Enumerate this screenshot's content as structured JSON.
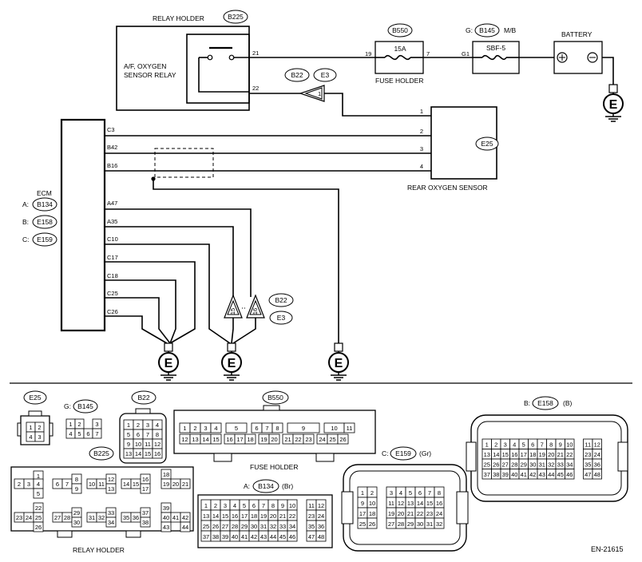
{
  "footer_code": "EN-21615",
  "relay": {
    "header": "RELAY HOLDER",
    "ref": "B225",
    "name_line1": "A/F, OXYGEN",
    "name_line2": "SENSOR RELAY",
    "pin_a": "21",
    "pin_b": "22"
  },
  "fuse": {
    "ref": "B550",
    "rating": "15A",
    "label": "FUSE HOLDER",
    "pin_in": "19",
    "pin_out": "7"
  },
  "sbf": {
    "prefix": "G:",
    "ref": "B145",
    "suffix": "M/B",
    "name": "SBF-5",
    "pin": "G1"
  },
  "battery": {
    "label": "BATTERY",
    "pos": "+",
    "neg": "−"
  },
  "ground_symbol": "E",
  "connector_pair": {
    "a": "B22",
    "b": "E3",
    "pin_top": "1",
    "pin_g1": "15",
    "pin_g2": "16"
  },
  "ecm": {
    "label": "ECM",
    "connectors": [
      {
        "prefix": "A:",
        "ref": "B134"
      },
      {
        "prefix": "B:",
        "ref": "E158"
      },
      {
        "prefix": "C:",
        "ref": "E159"
      }
    ],
    "pins": [
      "C3",
      "B42",
      "B16",
      "A47",
      "A35",
      "C10",
      "C17",
      "C18",
      "C25",
      "C26"
    ]
  },
  "rear_sensor": {
    "ref": "E25",
    "label": "REAR OXYGEN SENSOR",
    "pins": [
      "1",
      "2",
      "3",
      "4"
    ]
  },
  "bottom": {
    "e25": {
      "ref": "E25",
      "rows": [
        [
          "1",
          "2"
        ],
        [
          "4",
          "3"
        ]
      ]
    },
    "b145": {
      "prefix": "G:",
      "ref": "B145",
      "rows": [
        [
          "1",
          "2",
          "",
          "3"
        ],
        [
          "4",
          "5",
          "6",
          "7"
        ]
      ]
    },
    "b22": {
      "ref": "B22",
      "rows": [
        [
          "1",
          "2",
          "3",
          "4"
        ],
        [
          "5",
          "6",
          "7",
          "8"
        ],
        [
          "9",
          "10",
          "11",
          "12"
        ],
        [
          "13",
          "14",
          "15",
          "16"
        ]
      ]
    },
    "b550": {
      "ref": "B550",
      "label": "FUSE HOLDER",
      "top": [
        "1",
        "2",
        "3",
        "4",
        "5",
        "6",
        "7",
        "8",
        "9",
        "10",
        "11"
      ],
      "bottom": [
        "12",
        "13",
        "14",
        "15",
        "16",
        "17",
        "18",
        "19",
        "20",
        "21",
        "22",
        "23",
        "24",
        "25",
        "26"
      ]
    },
    "b225": {
      "ref": "B225",
      "label": "RELAY HOLDER",
      "pins": [
        "1",
        "2",
        "3",
        "4",
        "5",
        "6",
        "7",
        "8",
        "9",
        "10",
        "11",
        "12",
        "13",
        "14",
        "15",
        "16",
        "17",
        "18",
        "19",
        "20",
        "21",
        "22",
        "23",
        "24",
        "25",
        "26",
        "27",
        "28",
        "29",
        "30",
        "31",
        "32",
        "33",
        "34",
        "35",
        "36",
        "37",
        "38",
        "39",
        "40",
        "41",
        "42",
        "43",
        "44"
      ]
    },
    "b134": {
      "prefix": "A:",
      "ref": "B134",
      "suffix": "(Br)",
      "rows": [
        [
          "1",
          "2",
          "3",
          "4",
          "5",
          "6",
          "7",
          "8",
          "9",
          "10",
          "",
          "11",
          "12"
        ],
        [
          "13",
          "14",
          "15",
          "16",
          "17",
          "18",
          "19",
          "20",
          "21",
          "22",
          "",
          "23",
          "24"
        ],
        [
          "25",
          "26",
          "27",
          "28",
          "29",
          "30",
          "31",
          "32",
          "33",
          "34",
          "",
          "35",
          "36"
        ],
        [
          "37",
          "38",
          "39",
          "40",
          "41",
          "42",
          "43",
          "44",
          "45",
          "46",
          "",
          "47",
          "48"
        ]
      ]
    },
    "e159": {
      "prefix": "C:",
      "ref": "E159",
      "suffix": "(Gr)",
      "rows": [
        [
          "1",
          "2",
          "",
          "3",
          "4",
          "5",
          "6",
          "7",
          "8"
        ],
        [
          "9",
          "10",
          "",
          "11",
          "12",
          "13",
          "14",
          "15",
          "16"
        ],
        [
          "17",
          "18",
          "",
          "19",
          "20",
          "21",
          "22",
          "23",
          "24"
        ],
        [
          "25",
          "26",
          "",
          "27",
          "28",
          "29",
          "30",
          "31",
          "32"
        ]
      ]
    },
    "e158": {
      "prefix": "B:",
      "ref": "E158",
      "suffix": "(B)",
      "rows": [
        [
          "1",
          "2",
          "3",
          "4",
          "5",
          "6",
          "7",
          "8",
          "9",
          "10",
          "",
          "11",
          "12"
        ],
        [
          "13",
          "14",
          "15",
          "16",
          "17",
          "18",
          "19",
          "20",
          "21",
          "22",
          "",
          "23",
          "24"
        ],
        [
          "25",
          "26",
          "27",
          "28",
          "29",
          "30",
          "31",
          "32",
          "33",
          "34",
          "",
          "35",
          "36"
        ],
        [
          "37",
          "38",
          "39",
          "40",
          "41",
          "42",
          "43",
          "44",
          "45",
          "46",
          "",
          "47",
          "48"
        ]
      ]
    }
  }
}
